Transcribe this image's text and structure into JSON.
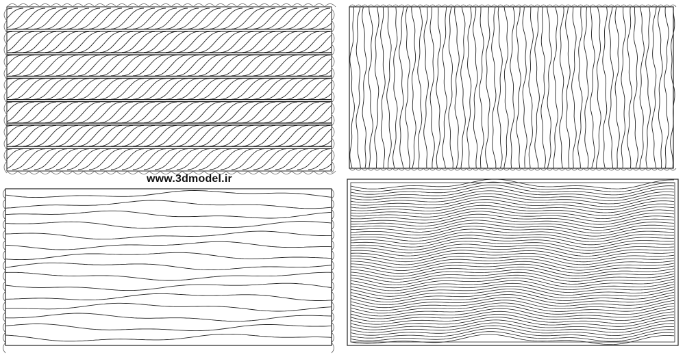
{
  "watermark": "www.3dmodel.ir",
  "colors": {
    "line": "#222222",
    "background": "#ffffff"
  },
  "panels": [
    {
      "name": "twisted-rope-bands-pattern"
    },
    {
      "name": "vertical-wavy-lines-pattern"
    },
    {
      "name": "horizontal-wavy-lines-pattern"
    },
    {
      "name": "dense-horizontal-wave-pattern"
    }
  ]
}
